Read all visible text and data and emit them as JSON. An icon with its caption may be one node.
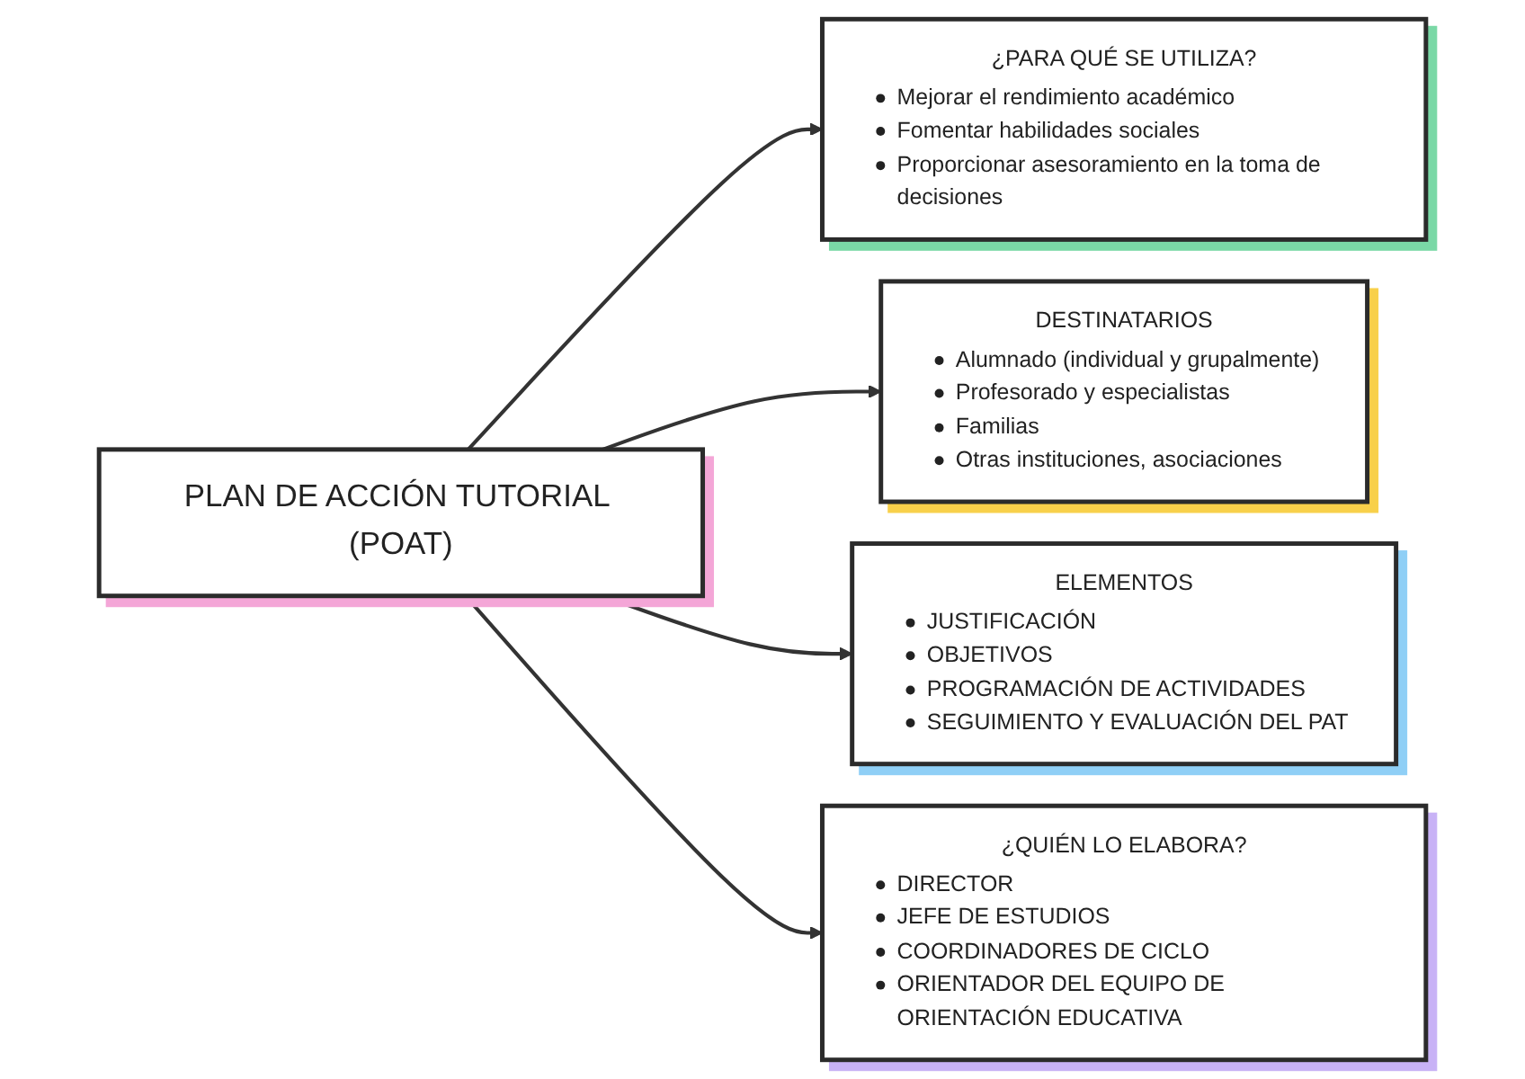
{
  "diagram": {
    "nodes": [
      {
        "text": [
          "¿PARA QUÉ SE UTILIZA?",
          "Mejorar el rendimiento académico",
          "Fomentar habilidades sociales",
          "Proporcionar asesoramiento en la toma de decisiones"
        ]
      },
      {
        "text": [
          "DESTINATARIOS",
          "Alumnado (individual y grupalmente)",
          "Profesorado y especialistas",
          "Familias",
          "Otras instituciones, asociaciones"
        ]
      },
      {
        "text": [
          "PLAN DE ACCIÓN TUTORIAL (POAT)"
        ]
      },
      {
        "text": [
          "ELEMENTOS",
          "JUSTIFICACIÓN",
          "OBJETIVOS",
          "PROGRAMACIÓN DE ACTIVIDADES",
          "SEGUIMIENTO Y EVALUACIÓN DEL PAT"
        ]
      },
      {
        "text": [
          "¿QUIÉN LO ELABORA?",
          "DIRECTOR",
          "JEFE DE ESTUDIOS",
          "COORDINADORES DE CICLO",
          "ORIENTADOR DEL EQUIPO DE ORIENTACIÓN EDUCATIVA"
        ]
      }
    ],
    "edges": [
      {
        "from": 2,
        "to": 0,
        "arrow": "to"
      },
      {
        "from": 2,
        "to": 1,
        "arrow": "to"
      },
      {
        "from": 2,
        "to": 3,
        "arrow": "to"
      },
      {
        "from": 2,
        "to": 4,
        "arrow": "to"
      }
    ]
  }
}
